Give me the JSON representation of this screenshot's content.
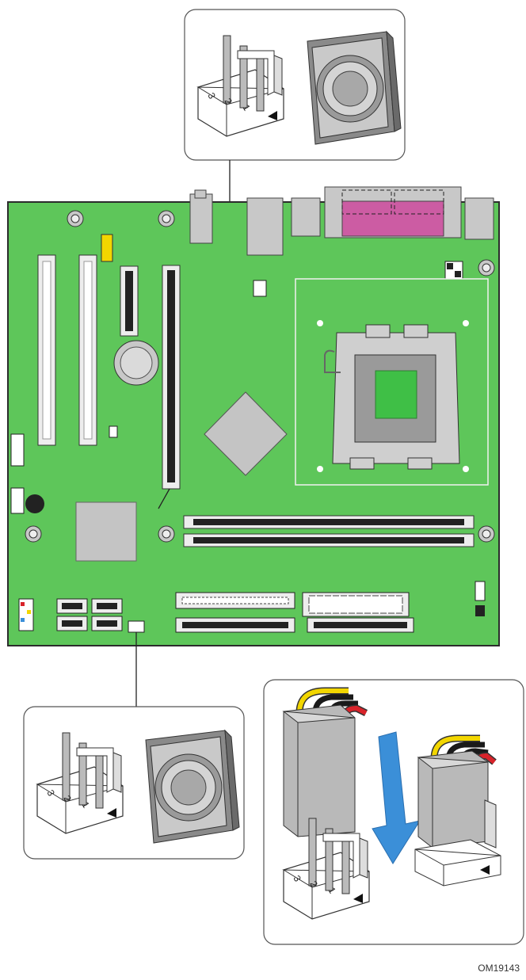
{
  "figure": {
    "figure_id": "OM19143",
    "pin_labels": [
      "3",
      "2",
      "1"
    ]
  },
  "colors": {
    "board": "#5ec65a",
    "board_edge": "#2c2c2c",
    "component_gray": "#c2c2c2",
    "slot_white": "#ededed",
    "parallel_port": "#cc5ca3",
    "wire_yellow": "#f2d600",
    "wire_black": "#1a1a1a",
    "wire_red": "#d8232a",
    "arrow_blue": "#3b8fd8",
    "callout_border": "#555555"
  },
  "callouts": [
    {
      "name": "processor-fan-header-callout",
      "contents": [
        "3-pin-header-icon",
        "fan-icon"
      ]
    },
    {
      "name": "rear-chassis-fan-header-callout",
      "contents": [
        "3-pin-header-icon",
        "fan-icon"
      ]
    },
    {
      "name": "fan-connector-insertion-callout",
      "contents": [
        "4-wire-connector-icon",
        "down-arrow-icon",
        "connected-header-icon"
      ]
    }
  ]
}
